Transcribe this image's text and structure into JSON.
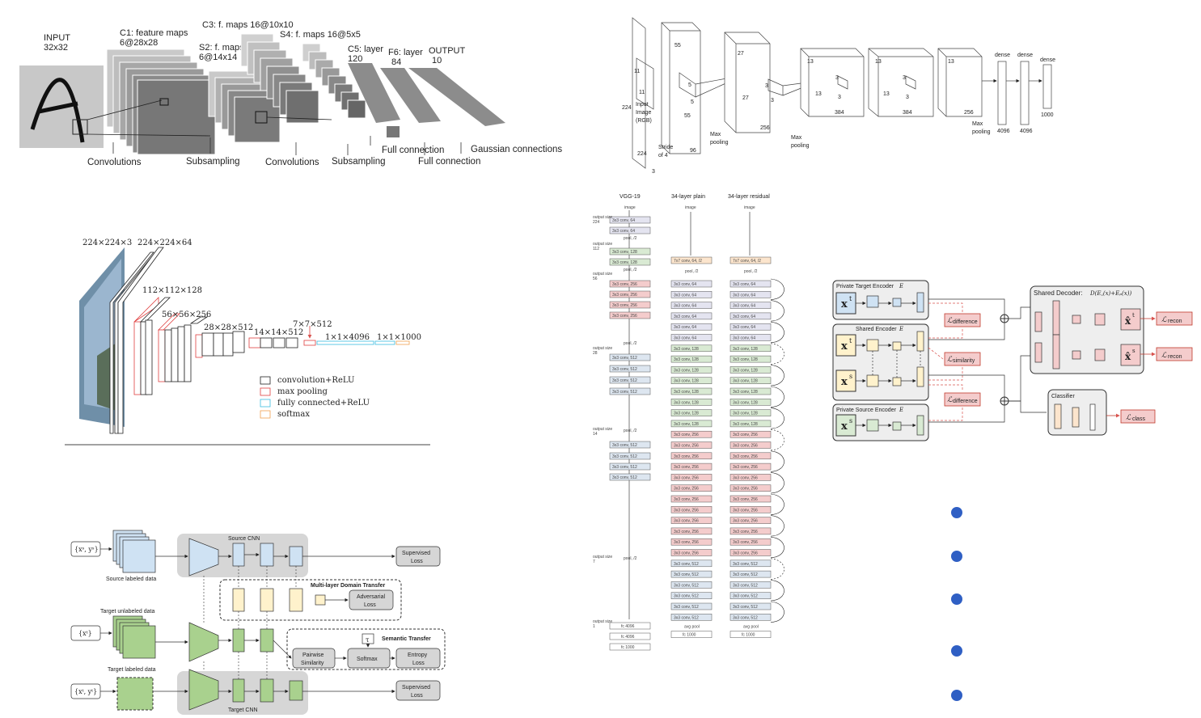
{
  "lenet": {
    "input": [
      "INPUT",
      "32x32"
    ],
    "c1": [
      "C1: feature maps",
      "6@28x28"
    ],
    "s2": [
      "S2: f. maps",
      "6@14x14"
    ],
    "c3": "C3: f. maps 16@10x10",
    "s4": "S4: f. maps 16@5x5",
    "c5": [
      "C5: layer",
      "120"
    ],
    "f6": [
      "F6: layer",
      "84"
    ],
    "output": [
      "OUTPUT",
      "10"
    ],
    "bottom": [
      "Convolutions",
      "Subsampling",
      "Convolutions",
      "Subsampling",
      "Full connection",
      "Full connection",
      "Gaussian connections"
    ]
  },
  "alexnet": {
    "dims_top": [
      "55",
      "27",
      "13",
      "13",
      "13"
    ],
    "labels": [
      "11",
      "11",
      "224",
      "224",
      "3",
      "5",
      "5",
      "55",
      "96",
      "27",
      "256",
      "3",
      "3",
      "384",
      "384",
      "256",
      "3",
      "3",
      "3",
      "3"
    ],
    "text": [
      "Input",
      "Image",
      "(RGB)",
      "Stride",
      "of 4",
      "Max",
      "pooling",
      "Max",
      "pooling",
      "Max",
      "pooling"
    ],
    "dense": [
      "dense",
      "dense",
      "dense"
    ],
    "dense_vals": [
      "4096",
      "4096",
      "1000"
    ]
  },
  "vgg": {
    "dims": [
      "224×224×3",
      "224×224×64",
      "112×112×128",
      "56×56×256",
      "28×28×512",
      "14×14×512",
      "7×7×512",
      "1×1×4096",
      "1×1×1000"
    ],
    "legend": [
      "convolution+ReLU",
      "max pooling",
      "fully connected+ReLU",
      "softmax"
    ]
  },
  "resnet": {
    "headers": [
      "VGG-19",
      "34-layer plain",
      "34-layer residual"
    ],
    "image": "image",
    "out_sizes": [
      "output size: 224",
      "output size: 112",
      "output size: 56",
      "output size: 28",
      "output size: 14",
      "output size: 7",
      "output size: 1"
    ],
    "pools": [
      "pool, /2",
      "pool, /2",
      "pool, /2",
      "pool, /2",
      "pool, /2"
    ],
    "avg_pool": "avg pool",
    "fc4096": "fc 4096",
    "fc1000": "fc 1000",
    "conv7": "7x7 conv, 64, /2",
    "c64": "3x3 conv, 64",
    "c128": "3x3 conv, 128",
    "c256": "3x3 conv, 256",
    "c512": "3x3 conv, 512"
  },
  "dsn": {
    "private_target": "Private Target Encoder",
    "shared_encoder": "Shared Encoder",
    "private_source": "Private Source Encoder",
    "shared_decoder": "Shared Decoder:",
    "classifier": "Classifier",
    "l_difference": "difference",
    "l_similarity": "similarity",
    "l_recon": "recon",
    "l_class": "class",
    "xt": "x",
    "xs": "x"
  },
  "transfer": {
    "source_cnn": "Source CNN",
    "target_cnn": "Target CNN",
    "source_labeled": "Source labeled data",
    "target_unlabeled": "Target unlabeled data",
    "target_labeled": "Target labeled data",
    "multi_layer": "Multi-layer Domain Transfer",
    "semantic": "Semantic Transfer",
    "adversarial": [
      "Adversarial",
      "Loss"
    ],
    "supervised": [
      "Supervised",
      "Loss"
    ],
    "pairwise": [
      "Pairwise",
      "Similarity"
    ],
    "softmax": "Softmax",
    "entropy": [
      "Entropy",
      "Loss"
    ],
    "tau": "τ",
    "in1": "{xˢ, yˢ}",
    "in2": "{xᵗ}",
    "in3": "{xᵗ, yᵗ}"
  },
  "bullets": 5,
  "colors": {
    "blue": "#cfe2f3",
    "green": "#a9d18e",
    "yellow": "#fff2cc",
    "pink": "#f4cccc",
    "bullet": "#2f5fc4"
  }
}
